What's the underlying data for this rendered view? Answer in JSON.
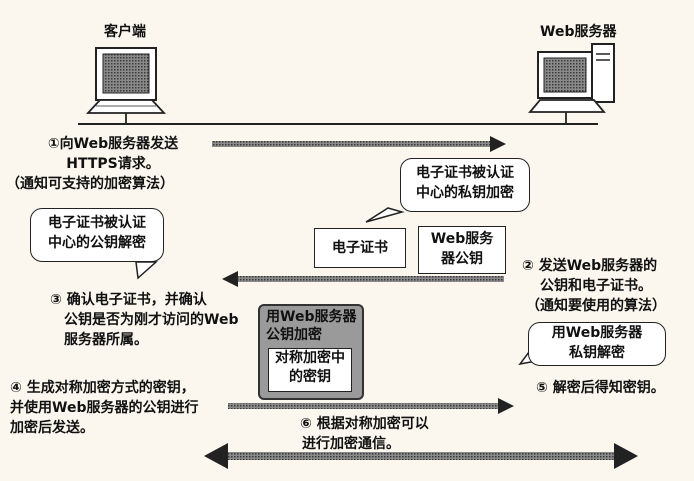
{
  "client": {
    "label": "客户端"
  },
  "server": {
    "label": "Web服务器"
  },
  "step1": {
    "line1": "①向Web服务器发送",
    "line2": "HTTPS请求。",
    "line3": "（通知可支持的加密算法）"
  },
  "bubble_ca_encrypt": {
    "line1": "电子证书被认证",
    "line2": "中心的私钥加密"
  },
  "bubble_ca_decrypt": {
    "line1": "电子证书被认证",
    "line2": "中心的公钥解密"
  },
  "cert_box": {
    "label": "电子证书"
  },
  "pubkey_box": {
    "line1": "Web服务",
    "line2": "器公钥"
  },
  "step2": {
    "line1": "② 发送Web服务器的",
    "line2": "公钥和电子证书。",
    "line3": "（通知要使用的算法）"
  },
  "step3": {
    "line1": "③ 确认电子证书，并确认",
    "line2": "公钥是否为刚才访问的Web",
    "line3": "服务器所属。"
  },
  "encrypted_key": {
    "line1": "用Web服务器",
    "line2": "公钥加密",
    "inner_line1": "对称加密中",
    "inner_line2": "的密钥"
  },
  "bubble_server_decrypt": {
    "line1": "用Web服务器",
    "line2": "私钥解密"
  },
  "step4": {
    "line1": "④ 生成对称加密方式的密钥，",
    "line2": "并使用Web服务器的公钥进行",
    "line3": "加密后发送。"
  },
  "step5": {
    "label": "⑤ 解密后得知密钥。"
  },
  "step6": {
    "line1": "⑥ 根据对称加密可以",
    "line2": "进行加密通信。"
  }
}
